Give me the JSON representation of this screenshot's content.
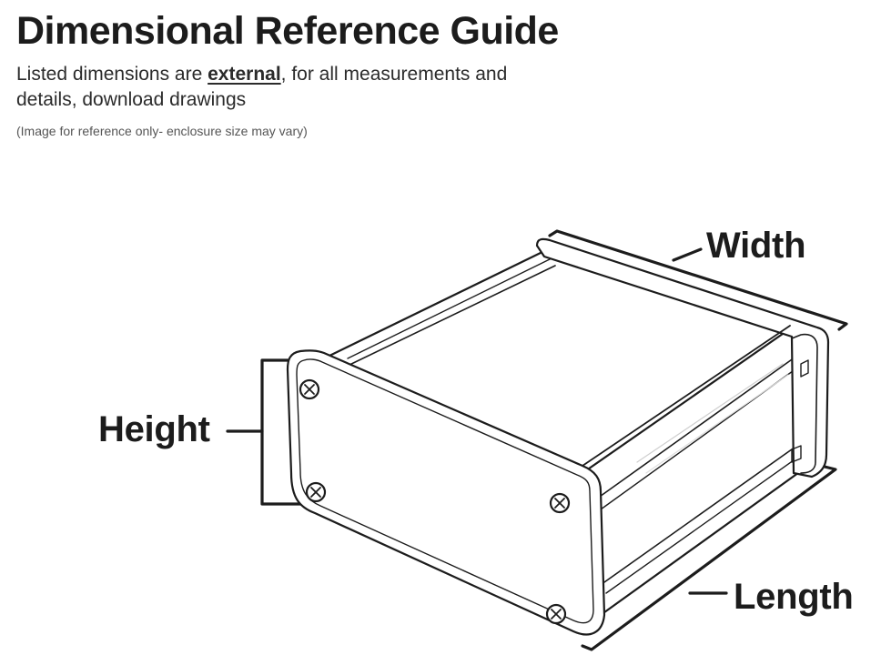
{
  "header": {
    "title": "Dimensional Reference Guide",
    "subtitle_pre": "Listed dimensions are ",
    "subtitle_emphasis": "external",
    "subtitle_post": ", for all measurements and details, download drawings",
    "note": "(Image for reference only- enclosure size may vary)"
  },
  "labels": {
    "width": "Width",
    "height": "Height",
    "length": "Length"
  },
  "colors": {
    "ink": "#1c1c1c",
    "muted": "#555555",
    "background": "#ffffff"
  }
}
